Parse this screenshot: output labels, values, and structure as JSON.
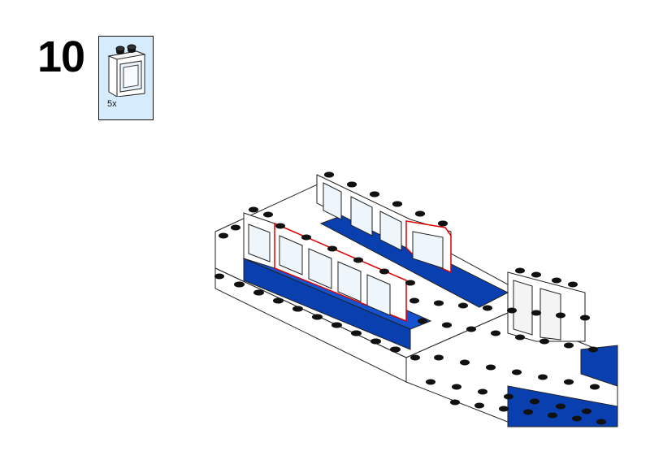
{
  "step": {
    "number": "10"
  },
  "parts_list": [
    {
      "part": "window-1x2x2-white",
      "quantity": "5x"
    }
  ],
  "colors": {
    "parts_bg": "#d6ecfc",
    "brick_blue": "#0a3fb0",
    "highlight": "#e00000"
  }
}
